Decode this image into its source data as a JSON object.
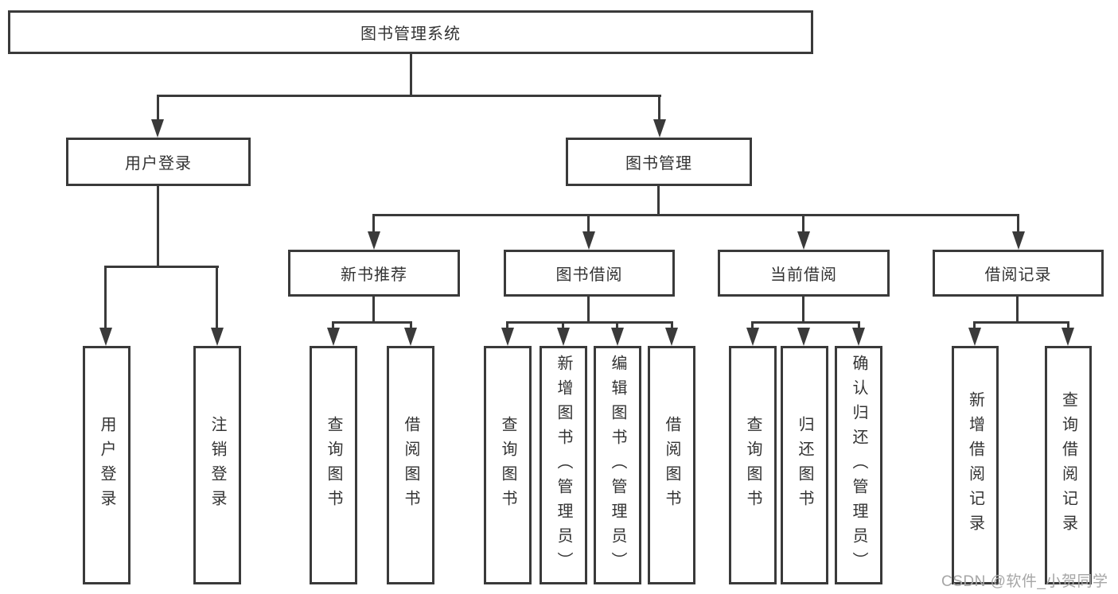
{
  "diagram_type": "hierarchy",
  "tree": {
    "label": "图书管理系统",
    "children": [
      {
        "label": "用户登录",
        "children": [
          {
            "label": "用户登录"
          },
          {
            "label": "注销登录"
          }
        ]
      },
      {
        "label": "图书管理",
        "children": [
          {
            "label": "新书推荐",
            "children": [
              {
                "label": "查询图书"
              },
              {
                "label": "借阅图书"
              }
            ]
          },
          {
            "label": "图书借阅",
            "children": [
              {
                "label": "查询图书"
              },
              {
                "label": "新增图书（管理员）"
              },
              {
                "label": "编辑图书（管理员）"
              },
              {
                "label": "借阅图书"
              }
            ]
          },
          {
            "label": "当前借阅",
            "children": [
              {
                "label": "查询图书"
              },
              {
                "label": "归还图书"
              },
              {
                "label": "确认归还（管理员）"
              }
            ]
          },
          {
            "label": "借阅记录",
            "children": [
              {
                "label": "新增借阅记录"
              },
              {
                "label": "查询借阅记录"
              }
            ]
          }
        ]
      }
    ]
  },
  "watermark": "CSDN @软件_小贺同学",
  "colors": {
    "line": "#3a3a3a",
    "box_border": "#3a3a3a",
    "text": "#333333",
    "watermark": "#a6a6a6",
    "background": "#ffffff"
  }
}
